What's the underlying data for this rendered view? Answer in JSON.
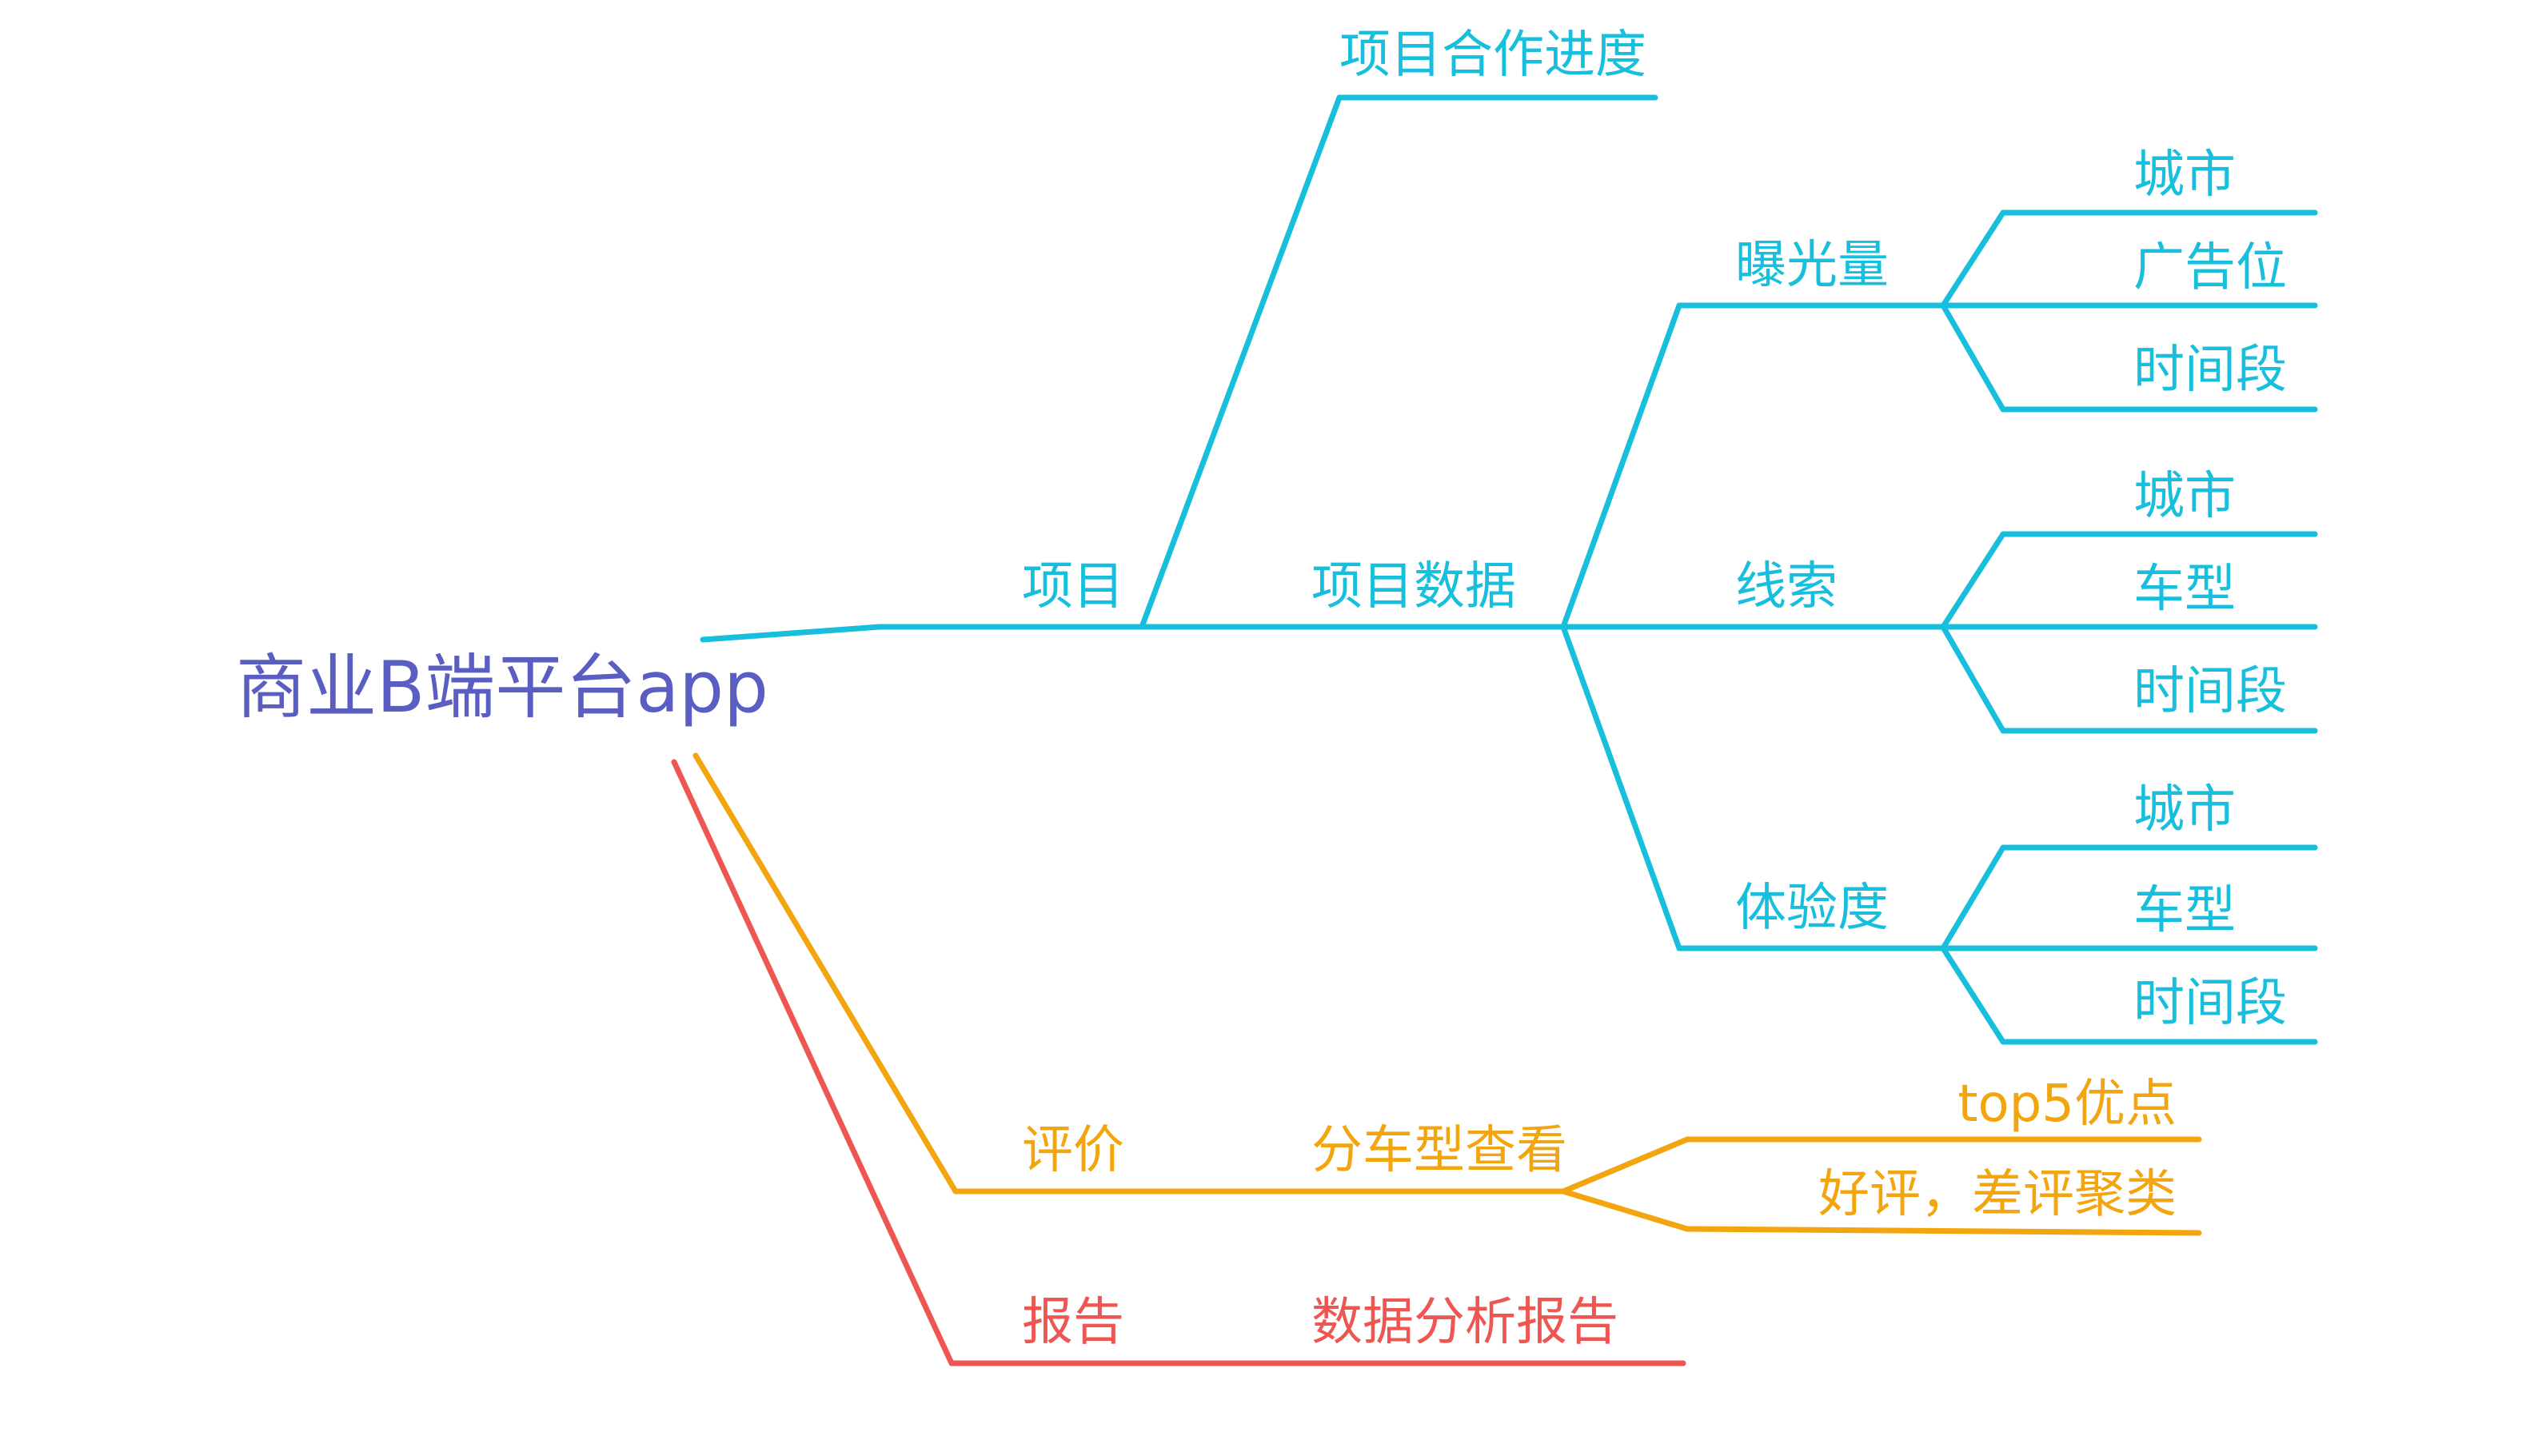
{
  "colors": {
    "root": "#5a5ec2",
    "project": "#17bfdc",
    "review": "#f2a50f",
    "report": "#ee5652"
  },
  "root": {
    "label": "商业B端平台app"
  },
  "branches": {
    "project": {
      "label": "项目",
      "progress": "项目合作进度",
      "data": {
        "label": "项目数据",
        "exposure": {
          "label": "曝光量",
          "children": [
            "城市",
            "广告位",
            "时间段"
          ]
        },
        "leads": {
          "label": "线索",
          "children": [
            "城市",
            "车型",
            "时间段"
          ]
        },
        "experience": {
          "label": "体验度",
          "children": [
            "城市",
            "车型",
            "时间段"
          ]
        }
      }
    },
    "review": {
      "label": "评价",
      "view": {
        "label": "分车型查看",
        "children": [
          "top5优点",
          "好评，差评聚类"
        ]
      }
    },
    "report": {
      "label": "报告",
      "analysis": "数据分析报告"
    }
  }
}
